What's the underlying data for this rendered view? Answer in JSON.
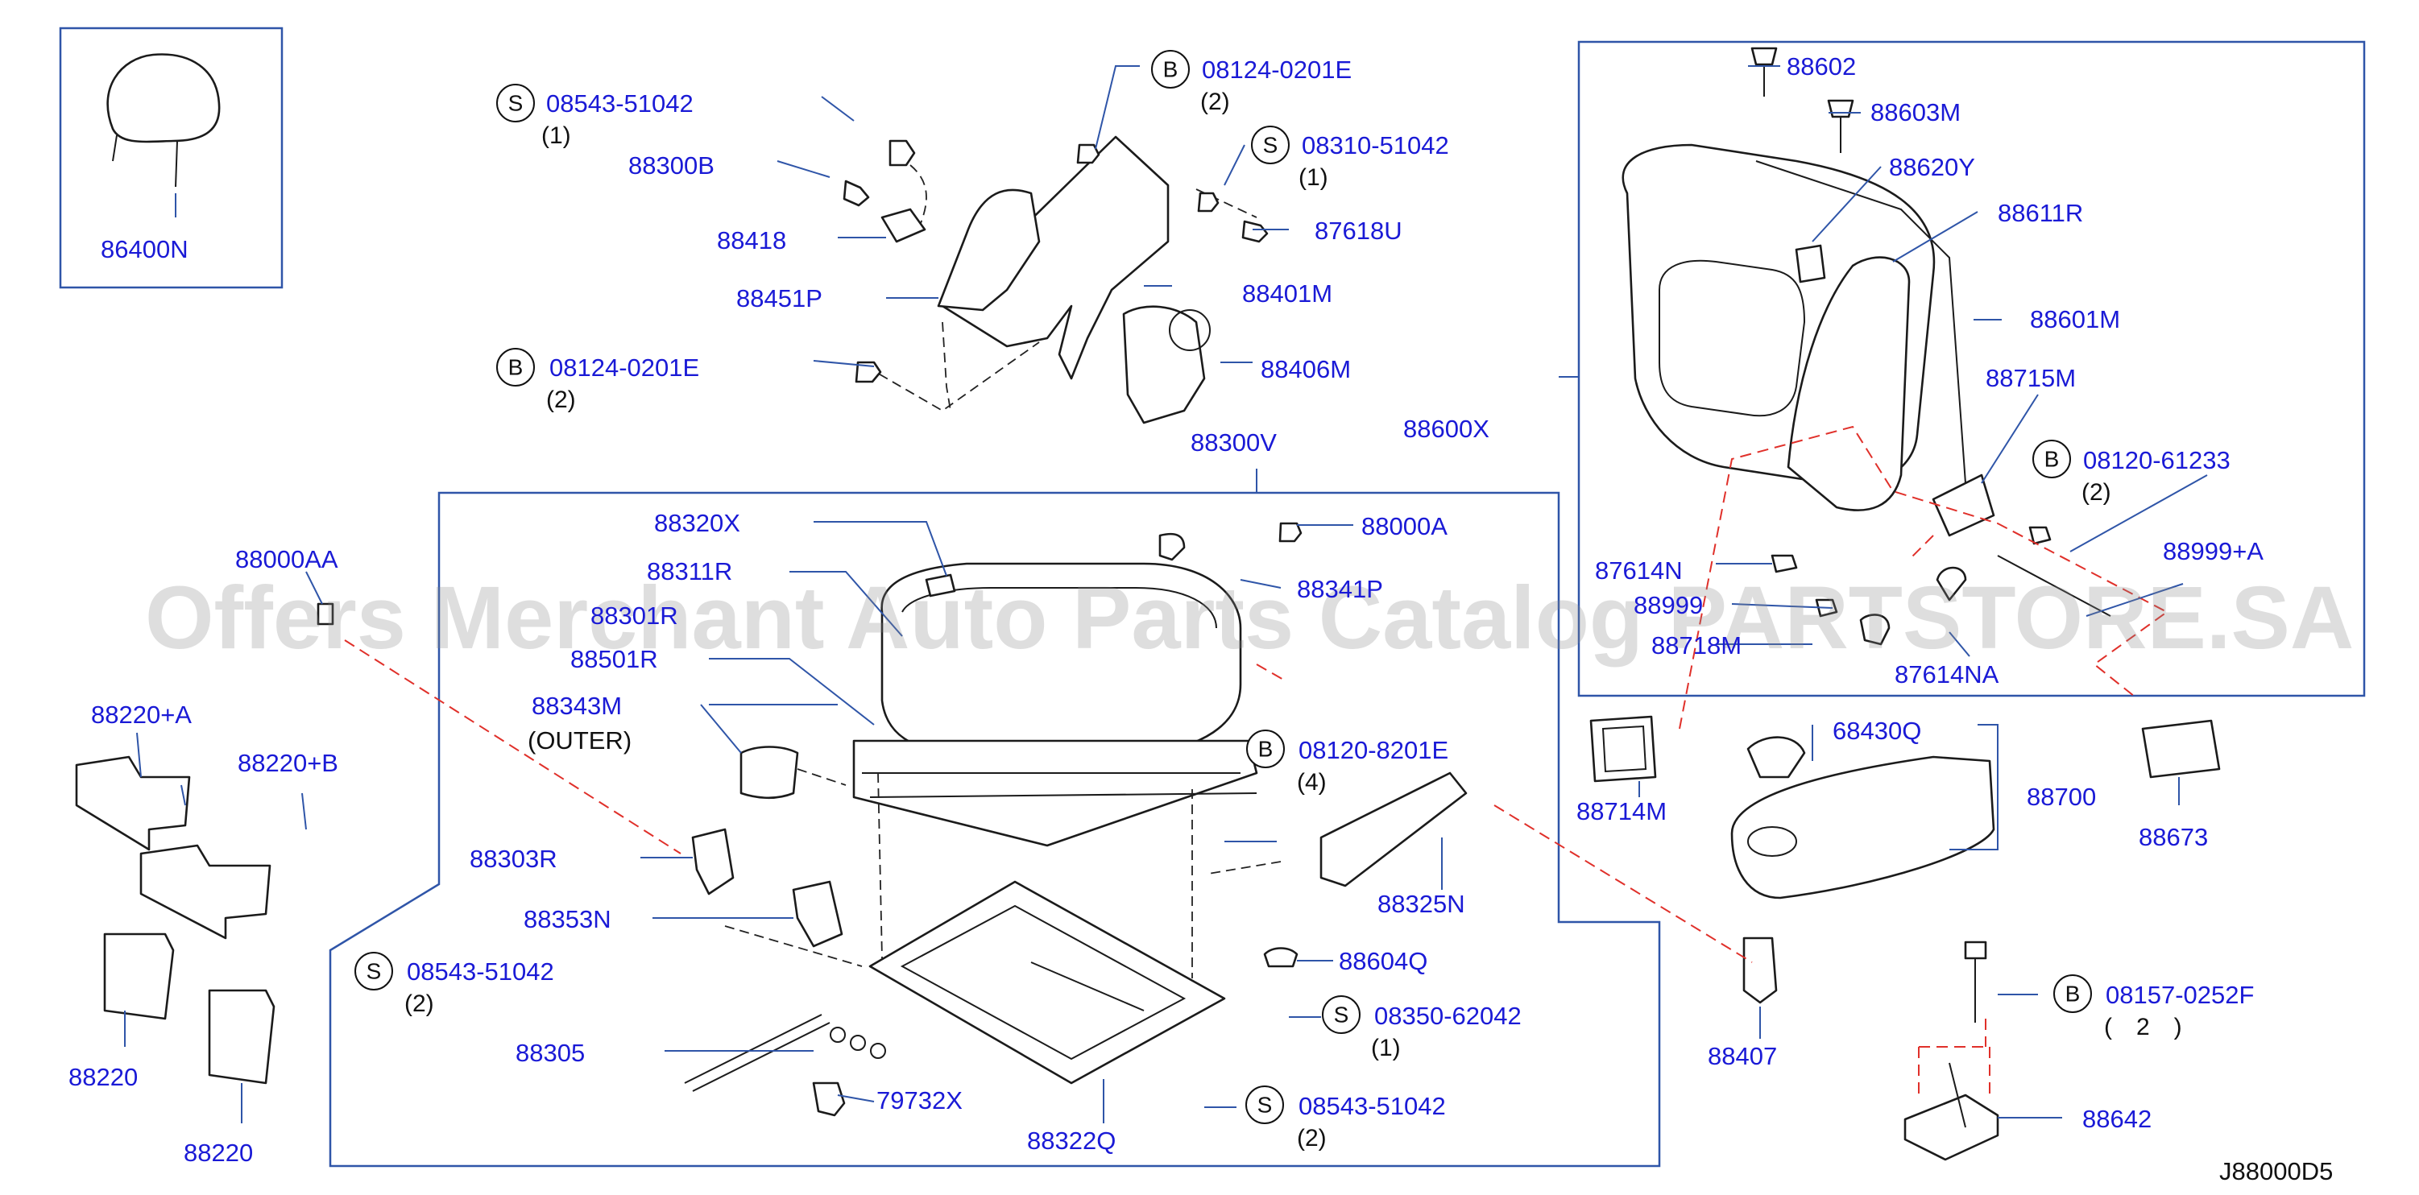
{
  "watermark": "Offers Merchant Auto Parts Catalog PARTSTORE.SA",
  "diagram_code": "J88000D5",
  "headrest": {
    "label": "86400N"
  },
  "bolts": [
    {
      "id": "s1",
      "letter": "S",
      "code": "08543-51042",
      "qty": "(1)"
    },
    {
      "id": "b1",
      "letter": "B",
      "code": "08124-0201E",
      "qty": "(2)"
    },
    {
      "id": "s2",
      "letter": "S",
      "code": "08310-51042",
      "qty": "(1)"
    },
    {
      "id": "b2",
      "letter": "B",
      "code": "08124-0201E",
      "qty": "(2)"
    },
    {
      "id": "b3",
      "letter": "B",
      "code": "08120-8201E",
      "qty": "(4)"
    },
    {
      "id": "s3",
      "letter": "S",
      "code": "08543-51042",
      "qty": "(2)"
    },
    {
      "id": "s4",
      "letter": "S",
      "code": "08350-62042",
      "qty": "(1)"
    },
    {
      "id": "s5",
      "letter": "S",
      "code": "08543-51042",
      "qty": "(2)"
    },
    {
      "id": "b4",
      "letter": "B",
      "code": "08120-61233",
      "qty": "(2)"
    },
    {
      "id": "b5",
      "letter": "B",
      "code": "08157-0252F",
      "qty": "(　2　)"
    }
  ],
  "parts": {
    "p88300B": "88300B",
    "p88418": "88418",
    "p88451P": "88451P",
    "p87618U": "87618U",
    "p88401M": "88401M",
    "p88406M": "88406M",
    "p88300V": "88300V",
    "p88600X": "88600X",
    "p88602": "88602",
    "p88603M": "88603M",
    "p88620Y": "88620Y",
    "p88611R": "88611R",
    "p88601M": "88601M",
    "p88715M": "88715M",
    "p88999A": "88999+A",
    "p87614N": "87614N",
    "p88999": "88999",
    "p88718M": "88718M",
    "p87614NA": "87614NA",
    "p88000AA": "88000AA",
    "p88320X": "88320X",
    "p88000A": "88000A",
    "p88311R": "88311R",
    "p88341P": "88341P",
    "p88301R": "88301R",
    "p88501R": "88501R",
    "p88343M": "88343M",
    "outer": "(OUTER)",
    "p88220A": "88220+A",
    "p88220B": "88220+B",
    "p88303R": "88303R",
    "p88353N": "88353N",
    "p88305": "88305",
    "p79732X": "79732X",
    "p88322Q": "88322Q",
    "p88325N": "88325N",
    "p88604Q": "88604Q",
    "p88220_1": "88220",
    "p88220_2": "88220",
    "p88714M": "88714M",
    "p68430Q": "68430Q",
    "p88700": "88700",
    "p88673": "88673",
    "p88407": "88407",
    "p88642": "88642"
  }
}
